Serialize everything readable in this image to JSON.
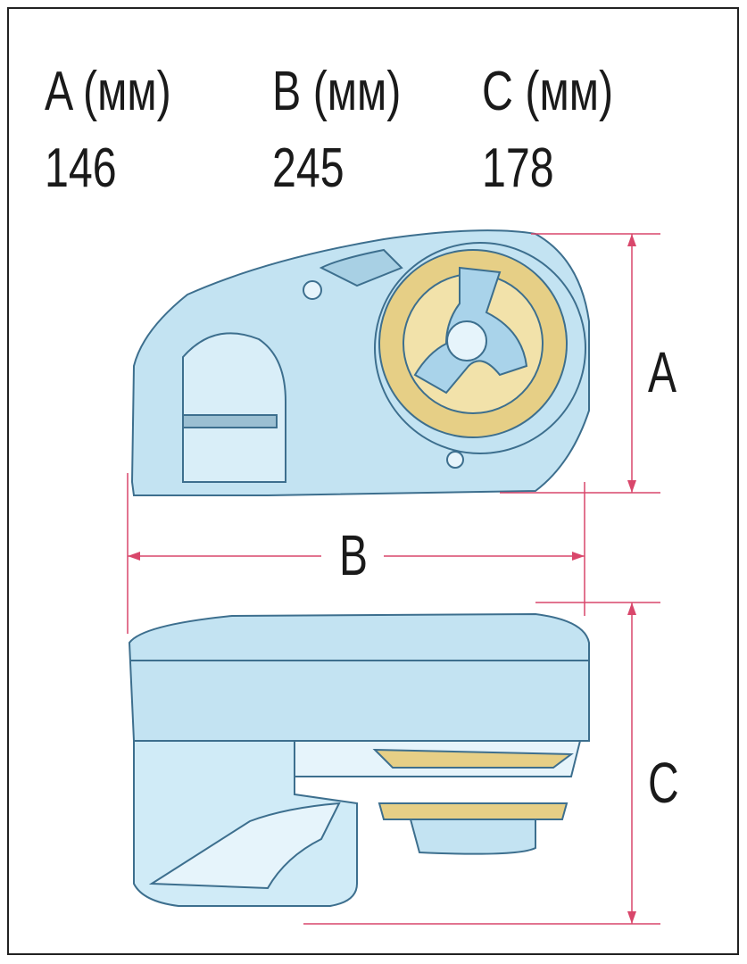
{
  "columns": [
    {
      "label": "A (мм)",
      "value": "146"
    },
    {
      "label": "B (мм)",
      "value": "245"
    },
    {
      "label": "C (мм)",
      "value": "178"
    }
  ],
  "dimension_labels": {
    "a": "A",
    "b": "B",
    "c": "C"
  },
  "colors": {
    "dimension_line": "#d9476b",
    "body": "#c3e3f2",
    "drum": "#e6cf86",
    "outline": "#3d6f8e"
  }
}
